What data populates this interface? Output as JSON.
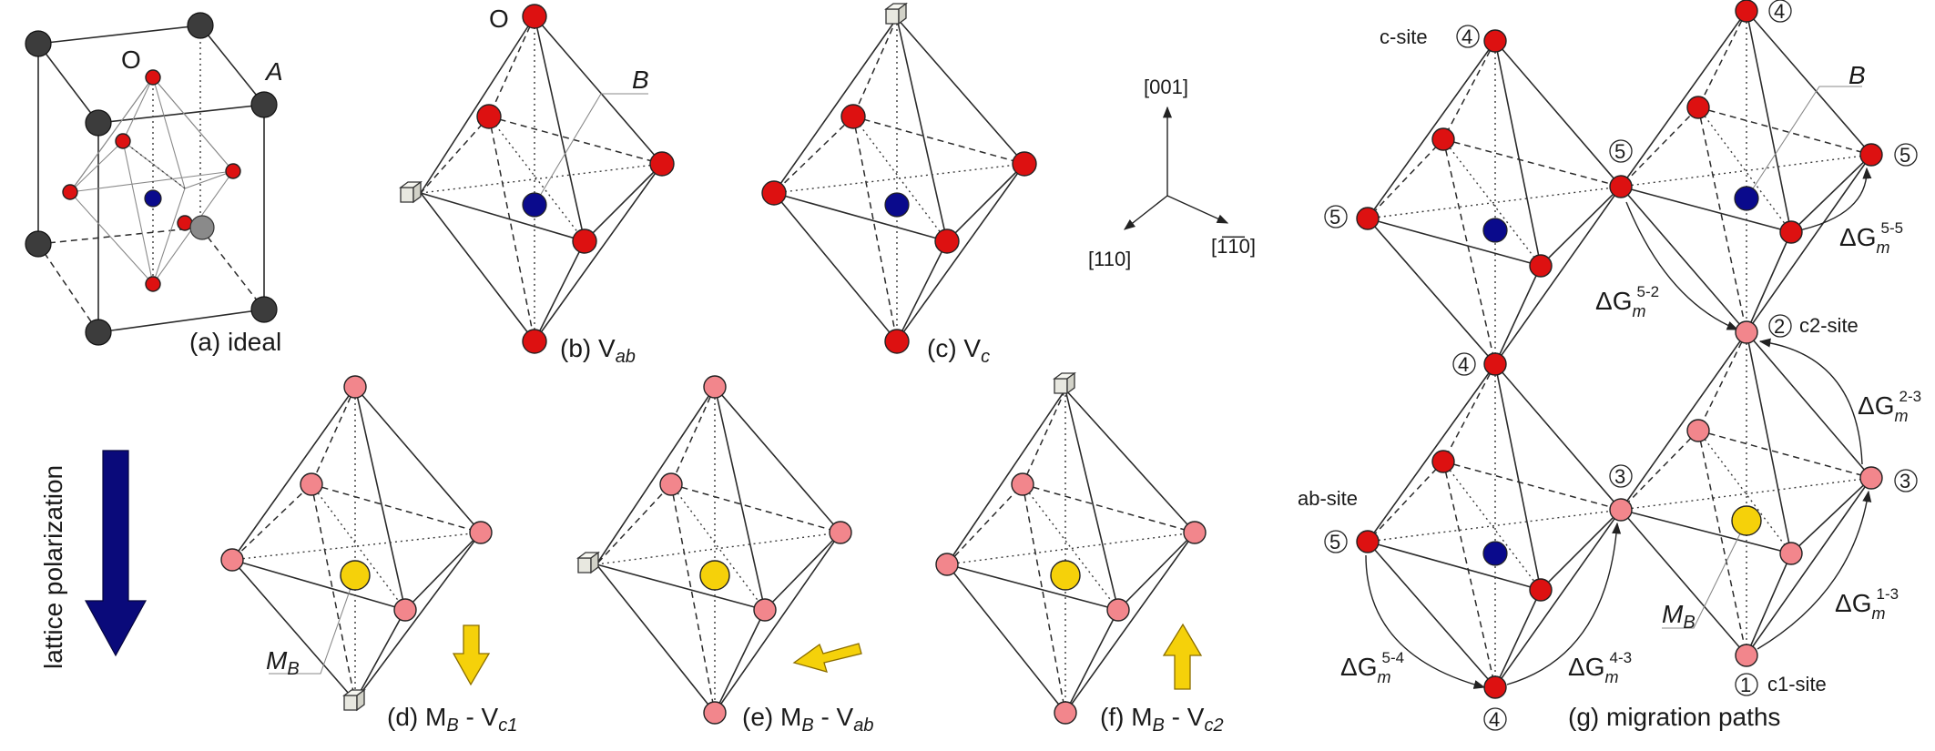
{
  "labels": {
    "ideal": "(a) ideal",
    "vab": "(b) V",
    "vab_sub": "ab",
    "vc": "(c) V",
    "vc_sub": "c",
    "d_main": "(d) M",
    "d_sub1": "B",
    "d_mid": " - V",
    "d_sub2": "c1",
    "e_main": "(e) M",
    "e_sub1": "B",
    "e_mid": " - V",
    "e_sub2": "ab",
    "f_main": "(f) M",
    "f_sub1": "B",
    "f_mid": " - V",
    "f_sub2": "c2",
    "g": "(g) migration paths",
    "lattice_polarization": "lattice polarization",
    "O": "O",
    "A": "A",
    "B": "B",
    "MB": "M",
    "MB_sub": "B"
  },
  "axes": {
    "z": "[001]",
    "x": "[110]",
    "y": "[1̅1̅0]"
  },
  "sites": {
    "c_site": "c-site",
    "c2_site": "c2-site",
    "ab_site": "ab-site",
    "c1_site": "c1-site",
    "n1": "1",
    "n2": "2",
    "n3": "3",
    "n4": "4",
    "n5": "5"
  },
  "energies": {
    "prefix": "ΔG",
    "sub": "m",
    "g55": "5-5",
    "g52": "5-2",
    "g23": "2-3",
    "g54": "5-4",
    "g43": "4-3",
    "g13": "1-3"
  },
  "colors": {
    "oxygen": "#dd1111",
    "oxygen_light": "#f2868c",
    "b_cation": "#0a0a8c",
    "dopant": "#f5d10a",
    "polarization_arrow": "#0a0a7a"
  }
}
